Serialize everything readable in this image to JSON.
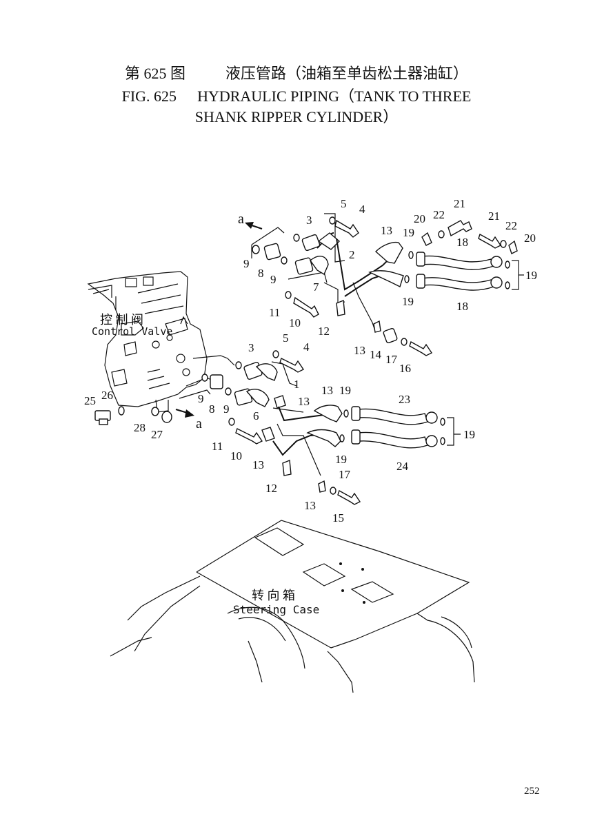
{
  "header": {
    "fig_cn": "第 625 图",
    "title_cn": "液压管路（油箱至单齿松土器油缸）",
    "fig_en": "FIG. 625",
    "title_en_line1": "HYDRAULIC PIPING（TANK TO THREE",
    "title_en_line2": "SHANK RIPPER CYLINDER）"
  },
  "labels": {
    "control_valve_cn": "控 制 阀",
    "control_valve_en": "Control Valve",
    "steering_case_cn": "转 向 箱",
    "steering_case_en": "Steering Case",
    "view_a": "a"
  },
  "callouts": [
    "1",
    "2",
    "3",
    "4",
    "5",
    "6",
    "7",
    "8",
    "9",
    "10",
    "11",
    "12",
    "13",
    "14",
    "15",
    "16",
    "17",
    "18",
    "19",
    "20",
    "21",
    "22",
    "23",
    "24",
    "25",
    "26",
    "27",
    "28"
  ],
  "page_number": "252"
}
